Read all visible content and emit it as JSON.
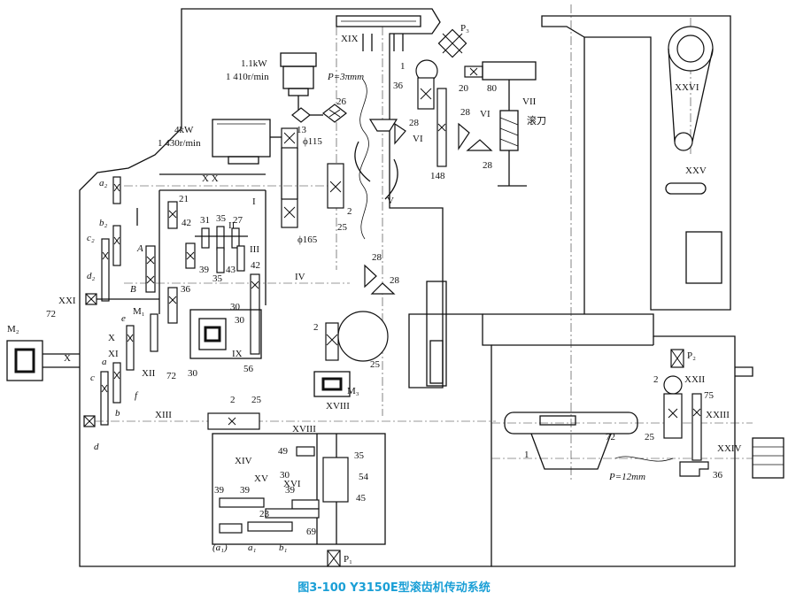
{
  "caption": "图3-100   Y3150E型滚齿机传动系统",
  "motors": {
    "small_power": "1.1kW",
    "small_speed": "1 410r/min",
    "main_power": "4kW",
    "main_speed": "1 430r/min",
    "m3": "M₃"
  },
  "shafts": {
    "I": "I",
    "II": "II",
    "III": "III",
    "IV": "IV",
    "V": "V",
    "VI_a": "VI",
    "VI_b": "VI",
    "VII": "VII",
    "IX": "IX",
    "X_inner": "X",
    "X_outer": "X",
    "XI": "XI",
    "XII": "XII",
    "XIII": "XIII",
    "XIV": "XIV",
    "XV": "XV",
    "XVI": "XVI",
    "XVIII_top": "XVIII",
    "XVIII_bot": "XVIII",
    "XIX": "XIX",
    "XX": "X X",
    "XXI": "XXI",
    "XXII": "XXII",
    "XXIII": "XXIII",
    "XXIV": "XXIV",
    "XXV": "XXV",
    "XXVI": "XXVI"
  },
  "labels": {
    "pitch_top": "P=3πmm",
    "pitch_bottom": "P=12mm",
    "hob": "滚刀",
    "pulley_small": "ϕ115",
    "pulley_large": "ϕ165",
    "P1": "P₁",
    "P2": "P₂",
    "P3": "P₃",
    "M1": "M₁",
    "M2": "M₂",
    "a": "a",
    "b": "b",
    "c": "c",
    "d": "d",
    "e": "e",
    "f": "f",
    "a2": "a₂",
    "b2": "b₂",
    "c2": "c₂",
    "d2": "d₂",
    "A": "A",
    "B": "B",
    "a1p": "(a₁)",
    "a1": "a₁",
    "b1": "b₁"
  },
  "gear_teeth": {
    "g13": "13",
    "g26": "26",
    "g1_top": "1",
    "g36_top": "36",
    "g20": "20",
    "g80": "80",
    "g28_a": "28",
    "g28_b": "28",
    "g28_c": "28",
    "g148": "148",
    "g21": "21",
    "g42_a": "42",
    "g31": "31",
    "g35_a": "35",
    "g27": "27",
    "g39_a": "39",
    "g35_b": "35",
    "g43": "43",
    "g42_b": "42",
    "g36_mid": "36",
    "g2_mid": "2",
    "g25_mid": "25",
    "g28_d": "28",
    "g28_e": "28",
    "g30_a": "30",
    "g30_b": "30",
    "g30_c": "30",
    "g72_mid": "72",
    "g56": "56",
    "g2_m3": "2",
    "g25_m3": "25",
    "g72_m2": "72",
    "g2_x13": "2",
    "g25_x13": "25",
    "g49": "49",
    "g35_c": "35",
    "g30_d": "30",
    "g54": "54",
    "g45": "45",
    "g39_b": "39",
    "g39_c": "39",
    "g39_d": "39",
    "g23": "23",
    "g69": "69",
    "g1_table": "1",
    "g72_table": "72",
    "g2_right": "2",
    "g75": "75",
    "g25_right": "25",
    "g36_right": "36"
  }
}
